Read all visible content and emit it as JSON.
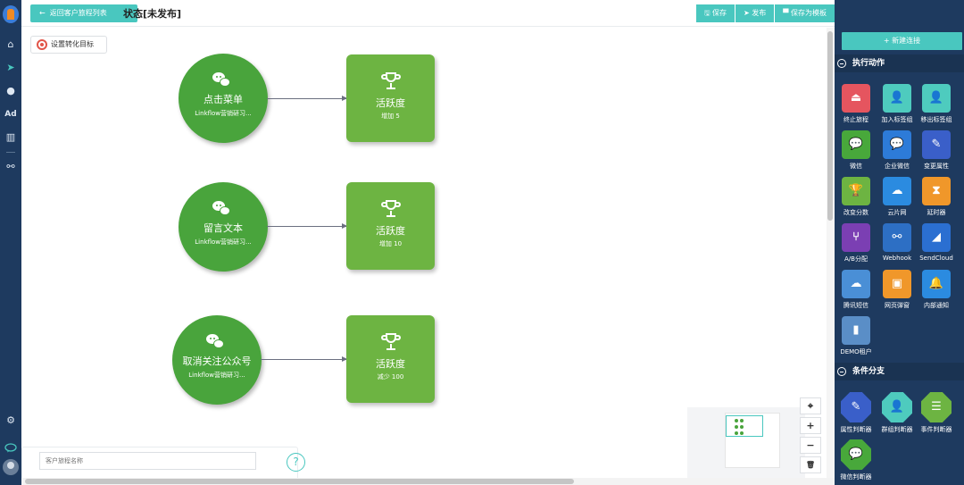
{
  "topbar": {
    "back_label": "返回客户旅程列表",
    "status_title": "状态[未发布]",
    "actions": [
      "保存",
      "发布",
      "保存为模板"
    ]
  },
  "canvas": {
    "goal_label": "设置转化目标",
    "rows": [
      {
        "trigger_title": "点击菜单",
        "trigger_sub": "Linkflow营销研习...",
        "action_title": "活跃度",
        "action_sub": "增加 5"
      },
      {
        "trigger_title": "留言文本",
        "trigger_sub": "Linkflow营销研习...",
        "action_title": "活跃度",
        "action_sub": "增加 10"
      },
      {
        "trigger_title": "取消关注公众号",
        "trigger_sub": "Linkflow营销研习...",
        "action_title": "活跃度",
        "action_sub": "减少 100"
      }
    ],
    "search_placeholder": "客户旅程名称",
    "help_glyph": "?",
    "zoom_controls": [
      "⌖",
      "+",
      "−",
      "🗑"
    ]
  },
  "rpanel": {
    "new_connection": "+ 新建连接",
    "section_actions": "执行动作",
    "section_conditions": "条件分支",
    "actions": [
      {
        "label": "终止旅程",
        "icon": "eject-icon",
        "glyph": "⏏",
        "color": "#e5555f"
      },
      {
        "label": "加入标签组",
        "icon": "user-add-icon",
        "glyph": "👤",
        "color": "#4ecbbe"
      },
      {
        "label": "移出标签组",
        "icon": "user-remove-icon",
        "glyph": "👤",
        "color": "#4ecbbe"
      },
      {
        "label": "微信",
        "icon": "wechat-icon",
        "glyph": "💬",
        "color": "#48a83b"
      },
      {
        "label": "企业微信",
        "icon": "work-wechat-icon",
        "glyph": "💬",
        "color": "#2d7bd8"
      },
      {
        "label": "变更属性",
        "icon": "edit-icon",
        "glyph": "✎",
        "color": "#3a5fc9"
      },
      {
        "label": "改变分数",
        "icon": "trophy-icon",
        "glyph": "🏆",
        "color": "#6db442"
      },
      {
        "label": "云片网",
        "icon": "cloud-icon",
        "glyph": "☁",
        "color": "#2b8be0"
      },
      {
        "label": "延时器",
        "icon": "hourglass-icon",
        "glyph": "⧗",
        "color": "#f0972a"
      },
      {
        "label": "A/B分配",
        "icon": "ab-split-icon",
        "glyph": "⑂",
        "color": "#7b3fb3"
      },
      {
        "label": "Webhook",
        "icon": "webhook-icon",
        "glyph": "⚯",
        "color": "#2d6fc4"
      },
      {
        "label": "SendCloud",
        "icon": "sendcloud-icon",
        "glyph": "◢",
        "color": "#2b6fd1"
      },
      {
        "label": "腾讯短信",
        "icon": "tencent-cloud-icon",
        "glyph": "☁",
        "color": "#4a8fd6"
      },
      {
        "label": "网页弹窗",
        "icon": "popup-icon",
        "glyph": "▣",
        "color": "#f0972a"
      },
      {
        "label": "内部通知",
        "icon": "bell-icon",
        "glyph": "🔔",
        "color": "#2b8be0"
      },
      {
        "label": "DEMO租户",
        "icon": "demo-tenant-icon",
        "glyph": "▮",
        "color": "#5a8ec7"
      }
    ],
    "conditions": [
      {
        "label": "属性判断器",
        "icon": "edit-icon",
        "glyph": "✎",
        "color": "#3a5fc9"
      },
      {
        "label": "群组判断器",
        "icon": "group-user-icon",
        "glyph": "👤",
        "color": "#4ecbbe"
      },
      {
        "label": "事件判断器",
        "icon": "list-icon",
        "glyph": "☰",
        "color": "#6db442"
      },
      {
        "label": "微信判断器",
        "icon": "wechat-icon",
        "glyph": "💬",
        "color": "#48a83b"
      }
    ]
  },
  "leftnav": {
    "items": [
      "⌂",
      "➤",
      "●",
      "Ad",
      "▥",
      "⚯"
    ],
    "bottom": [
      "⚙",
      "◌"
    ]
  }
}
